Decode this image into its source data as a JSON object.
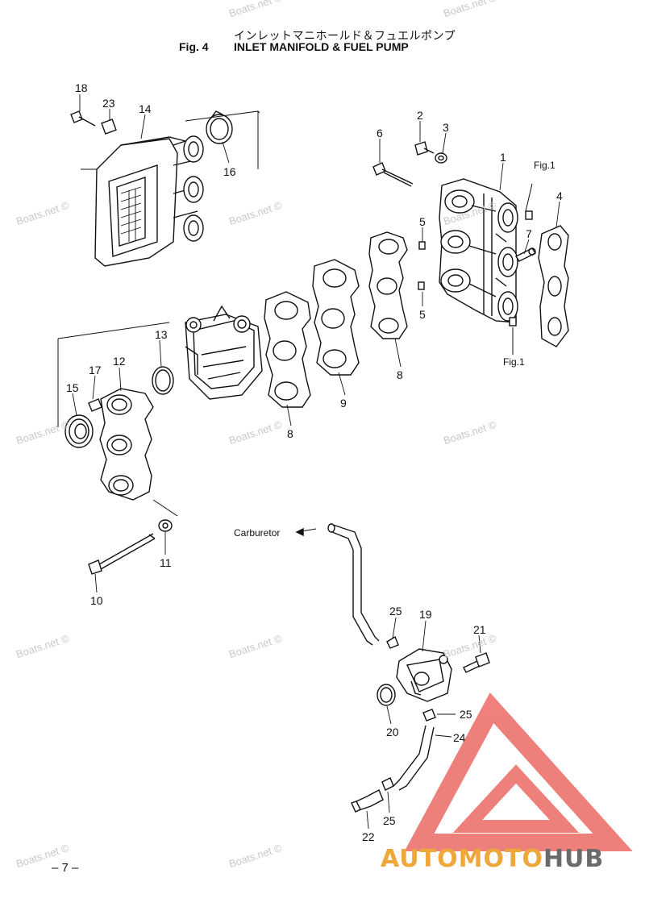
{
  "header": {
    "title_jp": "インレットマニホールド＆フュエルポンプ",
    "fig_label": "Fig. 4",
    "title_en": "INLET MANIFOLD & FUEL PUMP"
  },
  "notes": {
    "fig1_top": "Fig.1",
    "fig1_bottom": "Fig.1",
    "carburetor": "Carburetor"
  },
  "callouts": [
    "18",
    "23",
    "14",
    "16",
    "2",
    "3",
    "6",
    "1",
    "4",
    "5",
    "7",
    "5",
    "8",
    "9",
    "8",
    "13",
    "12",
    "17",
    "15",
    "11",
    "10",
    "25",
    "19",
    "21",
    "25",
    "20",
    "24",
    "25",
    "22"
  ],
  "page_number": "– 7 –",
  "watermark": "Boats.net ©",
  "brand": {
    "part1": "AUTOMOTO",
    "part2": "HUB",
    "accent_color": "#f0a73a",
    "logo_color": "#e9564f"
  }
}
